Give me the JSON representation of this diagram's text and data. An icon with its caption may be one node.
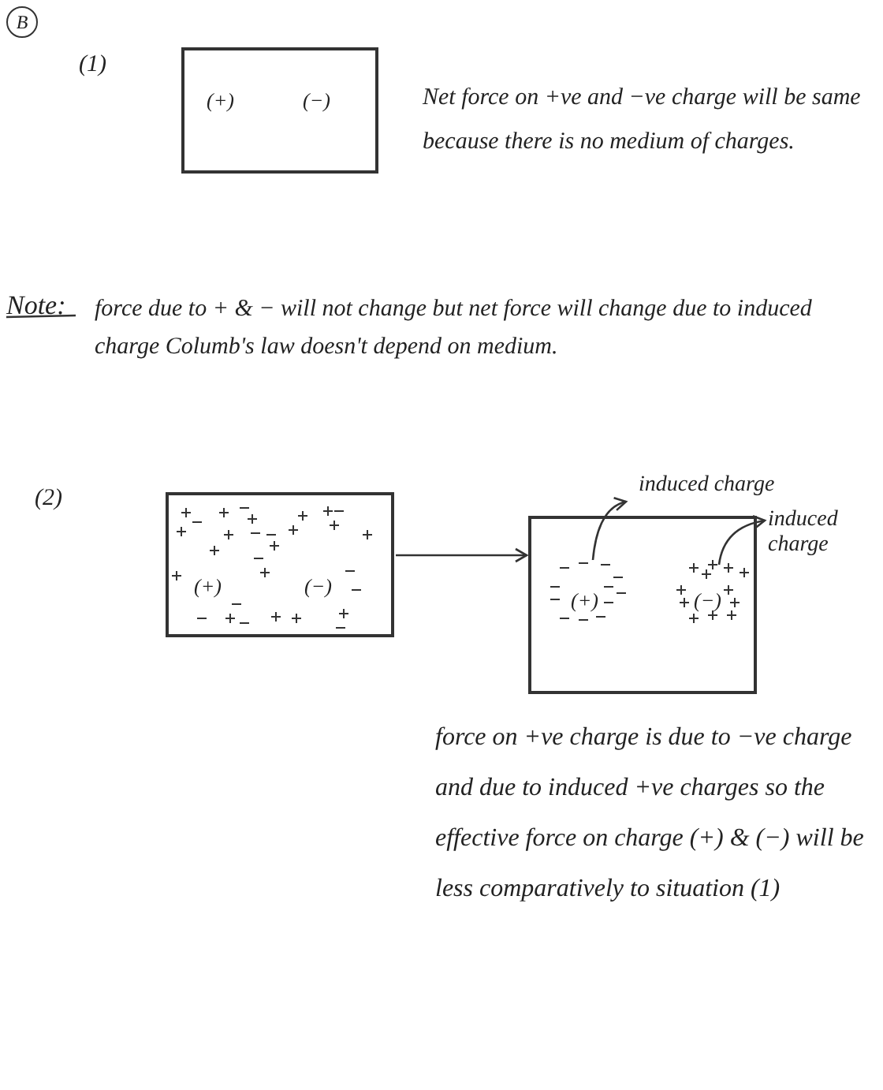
{
  "diagram": {
    "nodes": [
      {
        "text": [
          "(+)",
          "(−)"
        ]
      },
      {
        "text": [
          "(+)",
          "(−)"
        ]
      },
      {
        "text": [
          "(+)",
          "(−)"
        ]
      },
      {
        "text": [
          "induced charge"
        ]
      },
      {
        "text": [
          "induced charge"
        ]
      }
    ],
    "edges": [
      {
        "from": 1,
        "to": 2,
        "arrow": "to"
      },
      {
        "from": 2,
        "to": 3,
        "arrow": "to"
      },
      {
        "from": 2,
        "to": 4,
        "arrow": "to"
      }
    ],
    "labels": [
      "B",
      "(1)",
      "Net force on +ve and −ve charge will be same because there is no medium of charges.",
      "Note:",
      "force due to + & − will not change but net force will change due to induced charge Columb's law doesn't depend on medium.",
      "(2)",
      "force on +ve charge is due to −ve charge and due to induced +ve charges so the effective force on charge (+) & (−) will be less comparatively to situation (1)"
    ]
  }
}
